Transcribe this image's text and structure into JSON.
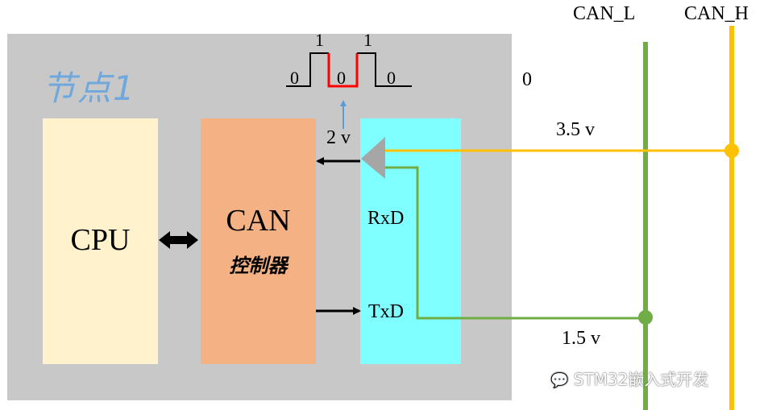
{
  "node": {
    "title": "节点1"
  },
  "blocks": {
    "cpu": "CPU",
    "controller": {
      "title": "CAN",
      "subtitle": "控制器"
    }
  },
  "transceiver": {
    "rxd": "RxD",
    "txd": "TxD"
  },
  "bus": {
    "can_l": "CAN_L",
    "can_h": "CAN_H"
  },
  "voltages": {
    "output": "2 v",
    "high": "3.5 v",
    "low": "1.5 v"
  },
  "waveform": {
    "bits": [
      "0",
      "1",
      "0",
      "1",
      "0"
    ]
  },
  "result_bit": "0",
  "watermark": "STM32嵌入式开发",
  "colors": {
    "can_l_line": "#70ad47",
    "can_h_line": "#ffc000",
    "panel": "#c8c8c8",
    "cpu_fill": "#fff2cc",
    "controller_fill": "#f4b183",
    "transceiver_fill": "#7fffff",
    "highlight_bit": "#ff0000",
    "title_color": "#6fa8dc"
  }
}
